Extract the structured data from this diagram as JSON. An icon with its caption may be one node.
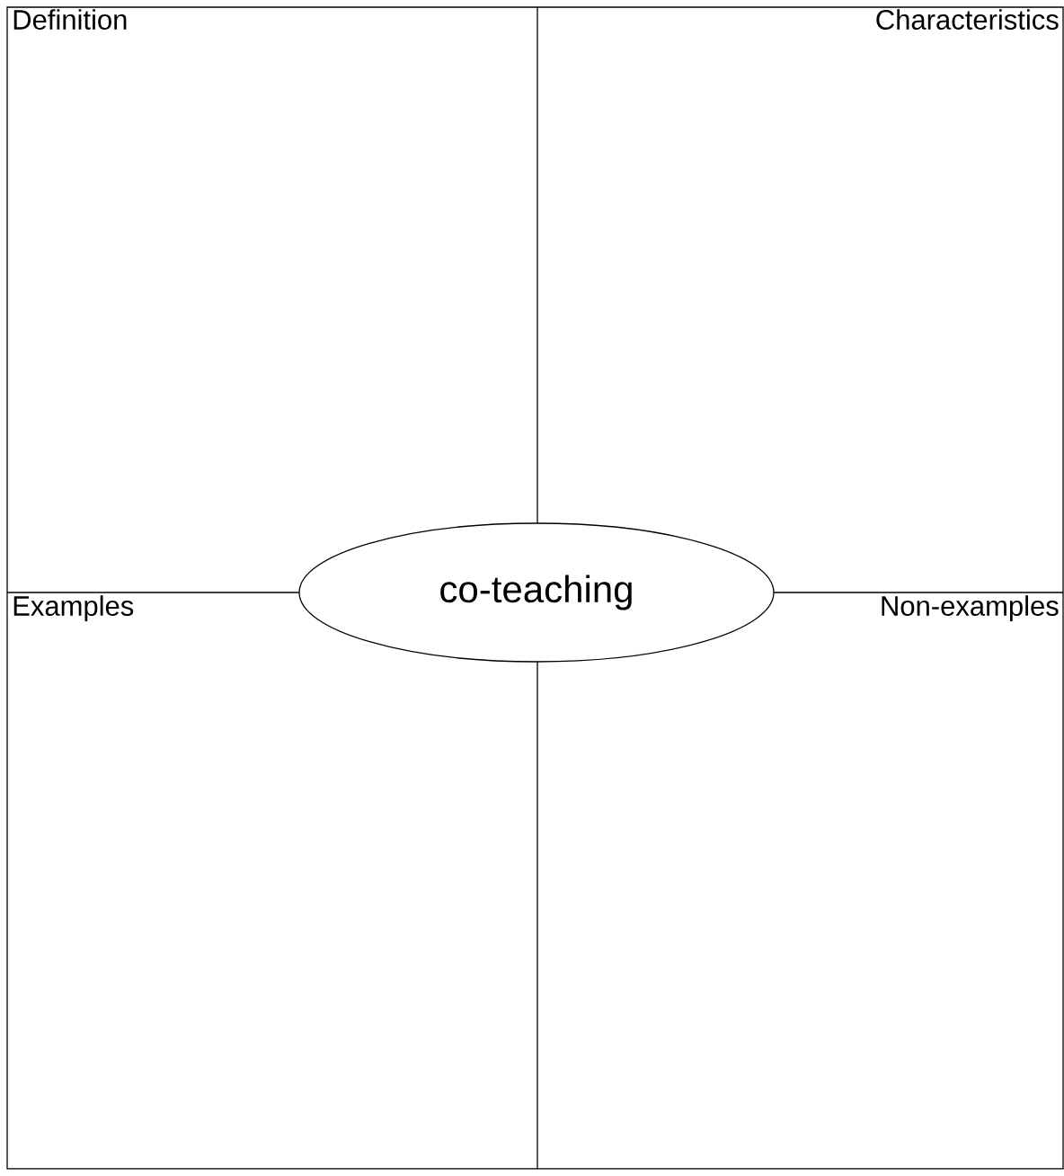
{
  "diagram": {
    "nodes": [
      {
        "text": [
          "Definition"
        ]
      },
      {
        "text": [
          "Characteristics"
        ]
      },
      {
        "text": [
          "co-teaching"
        ]
      },
      {
        "text": [
          "Examples"
        ]
      },
      {
        "text": [
          "Non-examples"
        ]
      }
    ]
  }
}
